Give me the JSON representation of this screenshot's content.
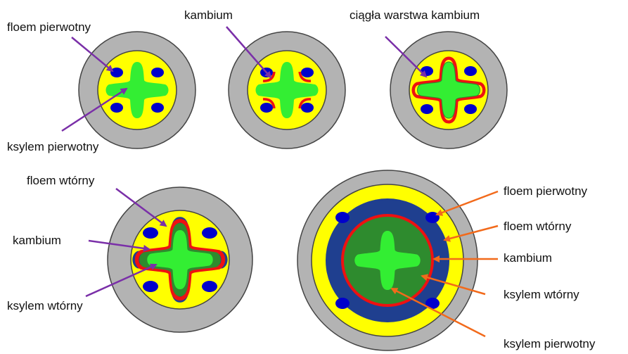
{
  "labels": {
    "d1_floem": "floem pierwotny",
    "d1_ksylem": "ksylem pierwotny",
    "d2_kambium": "kambium",
    "d3_ciagla": "ciągła warstwa kambium",
    "d4_floem_wtorny": "floem wtórny",
    "d4_kambium": "kambium",
    "d4_ksylem_wtorny": "ksylem wtórny",
    "d5_floem_pierwotny": "floem pierwotny",
    "d5_floem_wtorny": "floem wtórny",
    "d5_kambium": "kambium",
    "d5_ksylem_wtorny": "ksylem wtórny",
    "d5_ksylem_pierwotny": "ksylem pierwotny"
  },
  "colors": {
    "cortex": "#b3b3b3",
    "pith": "#ffff00",
    "xylem_primary": "#33ee33",
    "xylem_secondary": "#2e8b2e",
    "phloem": "#0000cc",
    "phloem_secondary": "#1f3f8f",
    "cambium": "#ee1111",
    "arrow_purple": "#7a2fa8",
    "arrow_orange": "#f26a1b"
  }
}
